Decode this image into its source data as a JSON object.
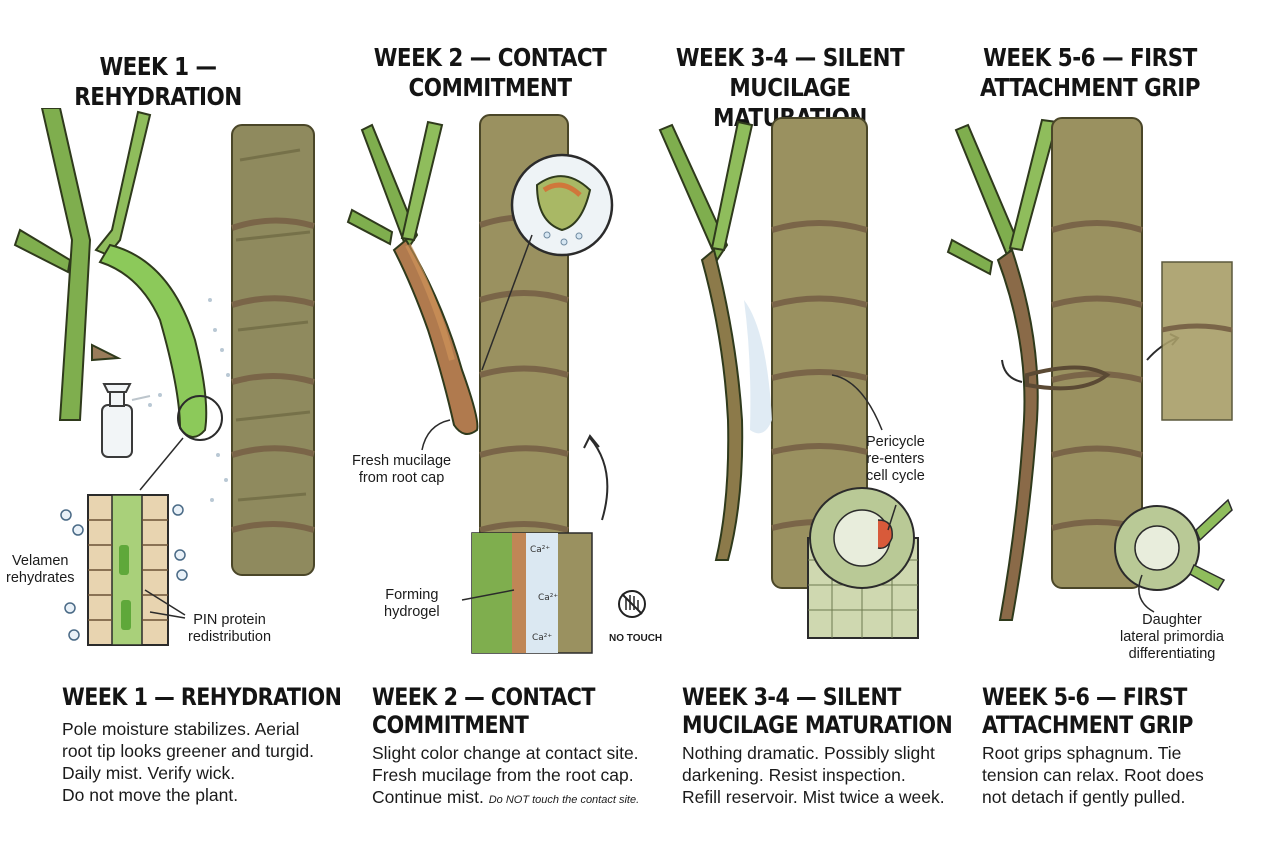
{
  "panels": [
    {
      "title": [
        "WEEK 1 — REHYDRATION"
      ],
      "subtitle": [
        "WEEK 1 — REHYDRATION"
      ],
      "description": [
        "Pole moisture stabilizes. Aerial",
        "root tip looks greener and turgid.",
        "Daily mist. Verify wick.",
        "Do not move the plant."
      ],
      "callouts": {
        "velamen": [
          "Velamen",
          "rehydrates"
        ],
        "pin": [
          "PIN protein",
          "redistribution"
        ]
      }
    },
    {
      "title": [
        "WEEK 2 — CONTACT",
        "COMMITMENT"
      ],
      "subtitle": [
        "WEEK 2 — CONTACT",
        "COMMITMENT"
      ],
      "description": [
        "Slight color change at contact site.",
        "Fresh mucilage from the root cap.",
        "Continue mist."
      ],
      "description_note": "Do NOT touch the contact site.",
      "callouts": {
        "mucilage": [
          "Fresh mucilage",
          "from root cap"
        ],
        "hydrogel": [
          "Forming",
          "hydrogel"
        ],
        "no_touch": "NO TOUCH"
      }
    },
    {
      "title": [
        "WEEK 3-4 — SILENT",
        "MUCILAGE MATURATION"
      ],
      "subtitle": [
        "WEEK 3-4 — SILENT",
        "MUCILAGE MATURATION"
      ],
      "description": [
        "Nothing dramatic. Possibly slight",
        "darkening. Resist inspection.",
        "Refill reservoir. Mist twice a week."
      ],
      "callouts": {
        "pericycle": [
          "Pericycle",
          "re-enters",
          "cell cycle"
        ]
      }
    },
    {
      "title": [
        "WEEK 5-6 — FIRST",
        "ATTACHMENT GRIP"
      ],
      "subtitle": [
        "WEEK 5-6 — FIRST",
        "ATTACHMENT GRIP"
      ],
      "description": [
        "Root grips sphagnum. Tie",
        "tension can relax. Root does",
        "not detach if gently pulled."
      ],
      "callouts": {
        "daughter": [
          "Daughter",
          "lateral primordia",
          "differentiating"
        ]
      }
    }
  ],
  "colors": {
    "moss": "#8f8a5e",
    "moss_dark": "#5e5a36",
    "leaf_green": "#7fae4e",
    "root_green": "#8cc95a",
    "root_brown": "#8a6a48",
    "twine": "#7a6548",
    "calcium_fluid": "#dbe8f2"
  },
  "icons": [
    "spray-bottle-icon",
    "no-touch-hand-icon",
    "curved-arrow-icon"
  ]
}
